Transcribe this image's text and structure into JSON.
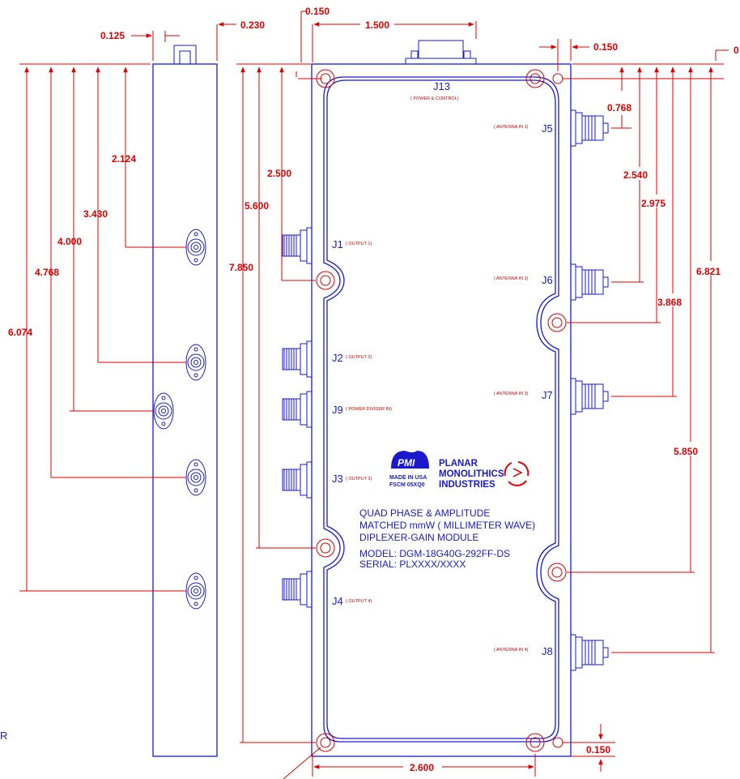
{
  "dimensions": {
    "side_width": "0.125",
    "side_depth": "0.230",
    "left_offset": "0.150",
    "connector_width": "1.500",
    "right_offset": "0.150",
    "top_cut": "0",
    "side_j_a": "2.124",
    "side_j_b": "3.430",
    "side_j_c": "4.000",
    "side_j_d": "4.768",
    "side_j_e": "6.074",
    "front_j1": "2.500",
    "front_mount_a": "5.600",
    "front_height": "7.850",
    "right_j5": "0.768",
    "right_j6": "2.540",
    "right_mount_a": "2.975",
    "right_j7": "3.868",
    "right_mount_b": "5.850",
    "right_j8": "6.821",
    "bottom_offset": "0.150",
    "bottom_width": "2.600"
  },
  "connectors": {
    "j13": "J13",
    "j13_desc": "( POWER & CONTROL)",
    "j1": "J1",
    "j1_desc": "( OUTPUT 1)",
    "j2": "J2",
    "j2_desc": "( OUTPUT 2)",
    "j9": "J9",
    "j9_desc": "( POWER DIVIDER IN)",
    "j3": "J3",
    "j3_desc": "( OUTPUT 3)",
    "j4": "J4",
    "j4_desc": "( OUTPUT 4)",
    "j5": "J5",
    "j5_desc": "( ANTENNA IN 1)",
    "j6": "J6",
    "j6_desc": "( ANTENNA IN 2)",
    "j7": "J7",
    "j7_desc": "( ANTENNA IN 3)",
    "j8": "J8",
    "j8_desc": "( ANTENNA IN 4)"
  },
  "brand": {
    "logo_text": "PMI",
    "made_in": "MADE IN USA",
    "fscm": "FSCM 05XQ0",
    "name_1": "PLANAR",
    "name_2": "MONOLITHICS",
    "name_3": "INDUSTRIES"
  },
  "label": {
    "line1": "QUAD PHASE & AMPLITUDE",
    "line2": "MATCHED mmW  ( MILLIMETER WAVE)",
    "line3": "DIPLEXER-GAIN MODULE",
    "line4": "MODEL: DGM-18G40G-292FF-DS",
    "line5": "SERIAL: PLXXXX/XXXX"
  },
  "margin_text": "R",
  "colors": {
    "dimension": "#e00000",
    "outline": "#1a1acc"
  }
}
